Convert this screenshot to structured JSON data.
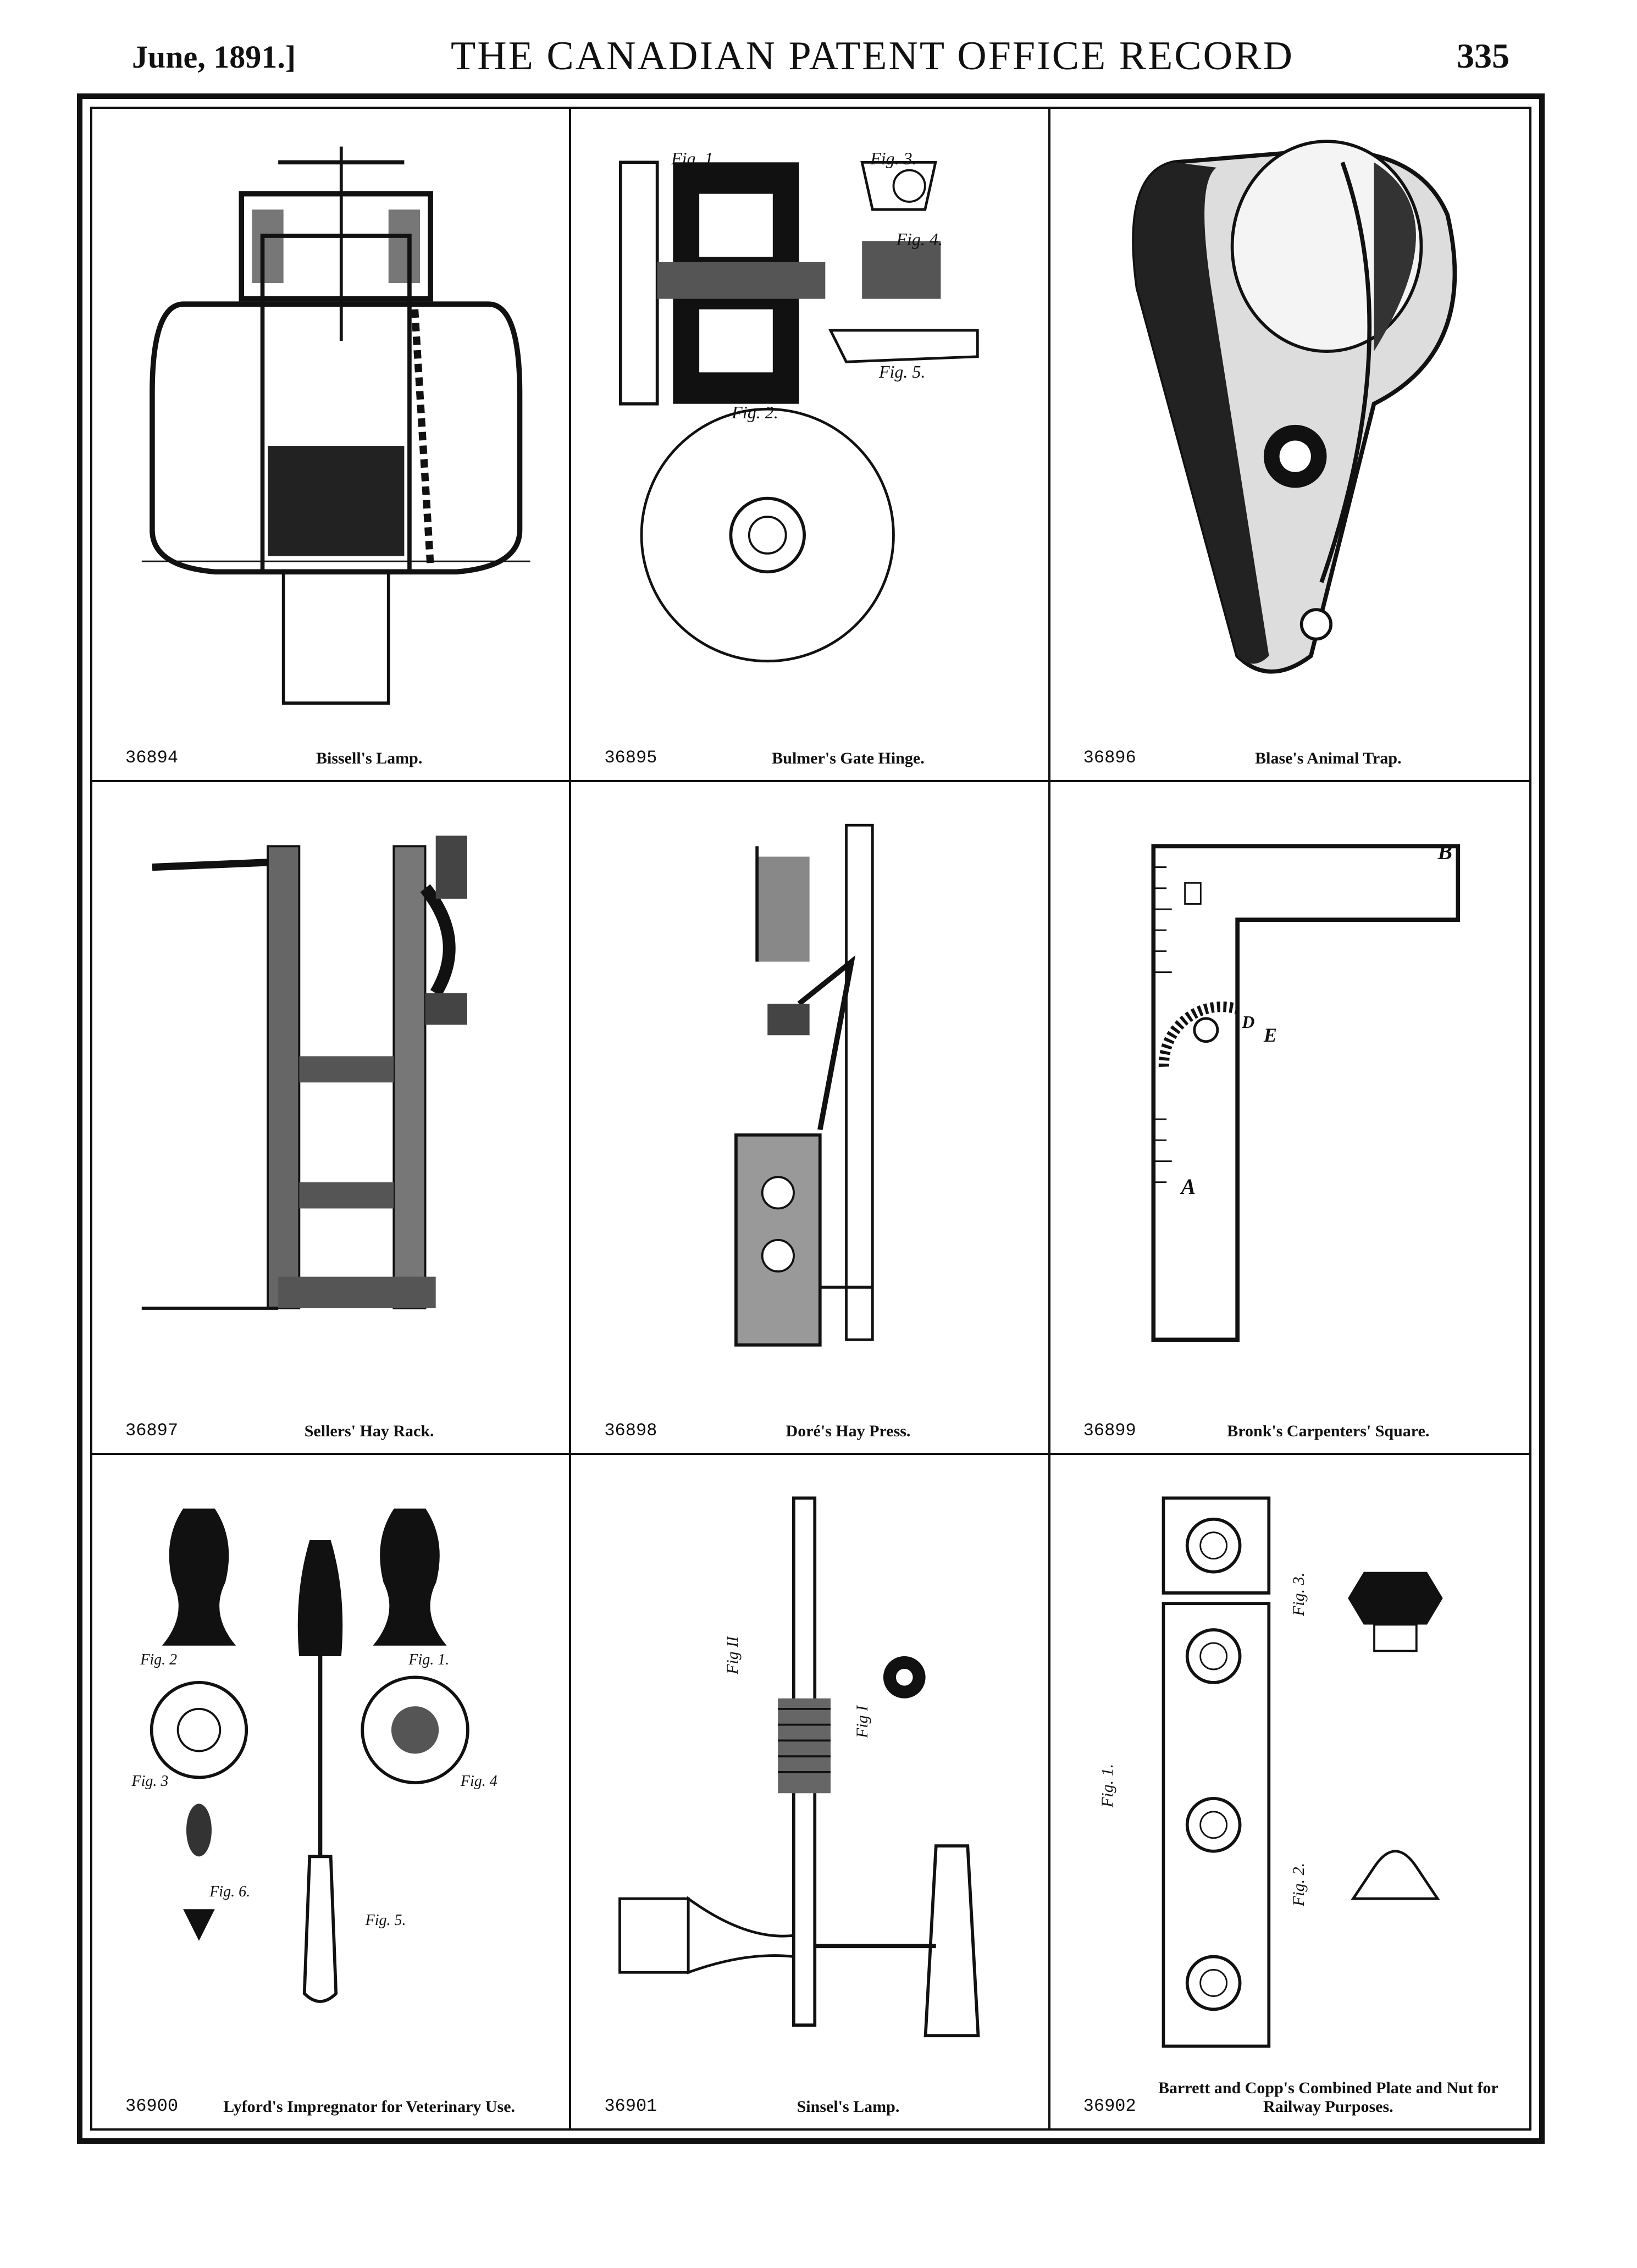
{
  "header": {
    "date": "June, 1891.]",
    "title": "THE CANADIAN PATENT OFFICE RECORD",
    "page_number": "335"
  },
  "patents": [
    {
      "number": "36894",
      "title": "Bissell's Lamp."
    },
    {
      "number": "36895",
      "title": "Bulmer's Gate Hinge."
    },
    {
      "number": "36896",
      "title": "Blase's Animal Trap."
    },
    {
      "number": "36897",
      "title": "Sellers' Hay Rack."
    },
    {
      "number": "36898",
      "title": "Doré's Hay Press."
    },
    {
      "number": "36899",
      "title": "Bronk's Carpenters' Square."
    },
    {
      "number": "36900",
      "title": "Lyford's Impregnator for Veterinary Use."
    },
    {
      "number": "36901",
      "title": "Sinsel's Lamp."
    },
    {
      "number": "36902",
      "title": "Barrett and Copp's Combined Plate and Nut for Railway Purposes."
    }
  ],
  "figure_labels": {
    "gate_hinge": [
      "Fig. 1.",
      "Fig. 2.",
      "Fig. 3.",
      "Fig. 4.",
      "Fig. 5."
    ],
    "square": [
      "B",
      "A",
      "E",
      "D"
    ],
    "impregnator": [
      "Fig. 2",
      "Fig. 1.",
      "Fig. 3",
      "Fig. 4",
      "Fig. 6.",
      "Fig. 5."
    ],
    "sinsel": [
      "Fig II",
      "Fig I"
    ],
    "railway": [
      "Fig. 1.",
      "Fig. 2.",
      "Fig. 3."
    ]
  }
}
